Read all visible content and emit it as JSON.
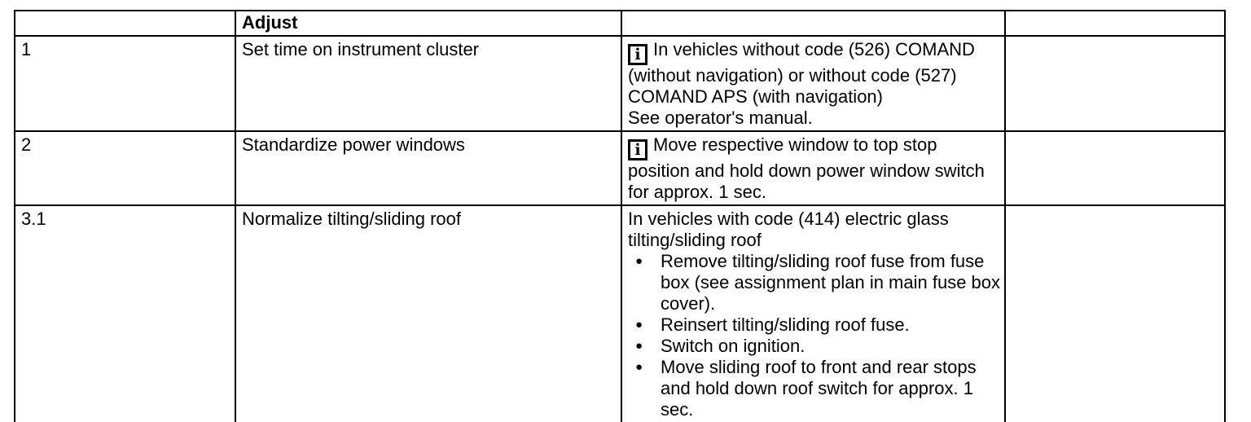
{
  "icons": {
    "info_glyph": "i"
  },
  "colors": {
    "border": "#000000",
    "text": "#000000",
    "background": "#ffffff"
  },
  "table": {
    "header": {
      "number": "",
      "task": "Adjust",
      "instructions": "",
      "extra": ""
    },
    "rows": [
      {
        "id": "1",
        "task": "Set time on instrument cluster",
        "info": {
          "icon_lines": [
            "In vehicles without code (526) COMAND",
            "(without navigation) or without code (527)",
            "COMAND APS (with navigation)"
          ],
          "extra_lines": [
            "See operator's manual."
          ]
        }
      },
      {
        "id": "2",
        "task": "Standardize power windows",
        "info": {
          "icon_lines": [
            "Move respective window to top stop",
            "position and hold down power window switch",
            "for approx. 1 sec."
          ]
        }
      },
      {
        "id": "3.1",
        "task": "Normalize tilting/sliding roof",
        "info": {
          "intro_lines": [
            "In vehicles with code (414) electric glass",
            "tilting/sliding roof"
          ],
          "bullets": [
            {
              "lines": [
                "Remove tilting/sliding roof fuse from fuse",
                "box (see assignment plan in main fuse box",
                "cover)."
              ]
            },
            {
              "lines": [
                "Reinsert tilting/sliding roof fuse."
              ]
            },
            {
              "lines": [
                "Switch on ignition."
              ]
            },
            {
              "lines": [
                "Move sliding roof to front and rear stops",
                "and hold down roof switch for approx. 1",
                "sec."
              ]
            }
          ]
        }
      }
    ]
  }
}
